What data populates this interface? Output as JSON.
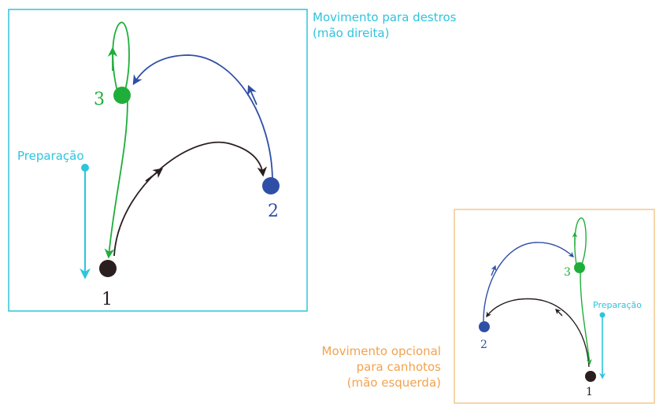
{
  "right_handed": {
    "caption_line1": "Movimento para destros",
    "caption_line2": "(mão direita)",
    "prep_label": "Preparação",
    "beat1_label": "1",
    "beat2_label": "2",
    "beat3_label": "3"
  },
  "left_handed": {
    "caption_line1": "Movimento opcional",
    "caption_line2": "para canhotos",
    "caption_line3": "(mão esquerda)",
    "prep_label": "Preparação",
    "beat1_label": "1",
    "beat2_label": "2",
    "beat3_label": "3"
  },
  "colors": {
    "frame_right": "#2ec4de",
    "frame_left": "#f2c98e",
    "prep": "#2ec4de",
    "beat1": "#2a1e1e",
    "beat2": "#2f4fa6",
    "beat3": "#1fae3a",
    "caption_left": "#f2a34e"
  }
}
